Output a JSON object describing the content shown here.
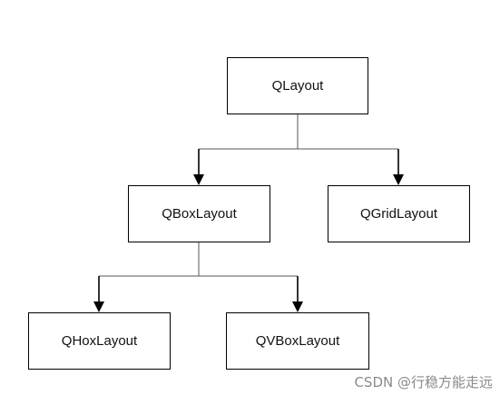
{
  "diagram": {
    "root": "QLayout",
    "nodes": {
      "root": "QLayout",
      "box": "QBoxLayout",
      "grid": "QGridLayout",
      "hbox": "QHoxLayout",
      "vbox": "QVBoxLayout"
    },
    "edges": [
      {
        "from": "QLayout",
        "to": "QBoxLayout"
      },
      {
        "from": "QLayout",
        "to": "QGridLayout"
      },
      {
        "from": "QBoxLayout",
        "to": "QHoxLayout"
      },
      {
        "from": "QBoxLayout",
        "to": "QVBoxLayout"
      }
    ]
  },
  "watermark": "CSDN @行稳方能走远",
  "colors": {
    "stroke": "#000000",
    "background": "#ffffff",
    "watermark": "#8a8a8a"
  }
}
